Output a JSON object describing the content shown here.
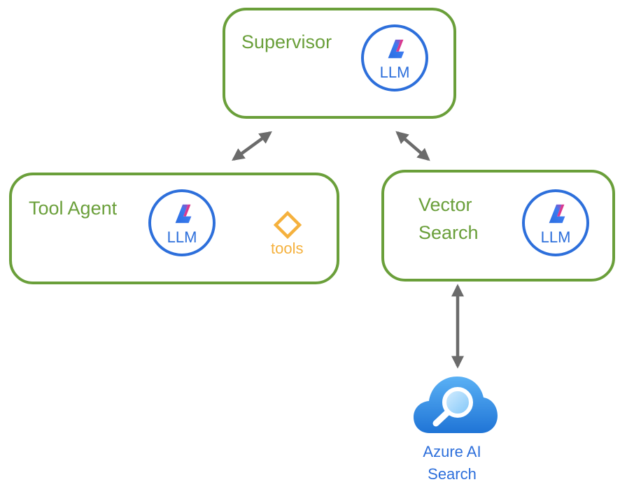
{
  "nodes": {
    "supervisor": {
      "title": "Supervisor",
      "llm_label": "LLM"
    },
    "tool_agent": {
      "title": "Tool Agent",
      "llm_label": "LLM",
      "tools_label": "tools"
    },
    "vector_search": {
      "title_line1": "Vector",
      "title_line2": "Search",
      "llm_label": "LLM"
    },
    "azure_search": {
      "label_line1": "Azure AI",
      "label_line2": "Search"
    }
  },
  "colors": {
    "box_border": "#6a9f3a",
    "llm_blue": "#2d6fdb",
    "tools_orange": "#f5b13d",
    "arrow_gray": "#6b6b6b"
  },
  "icons": [
    "copilot-logo-icon",
    "tools-diamond-icon",
    "azure-search-cloud-icon",
    "double-arrow-icon"
  ]
}
